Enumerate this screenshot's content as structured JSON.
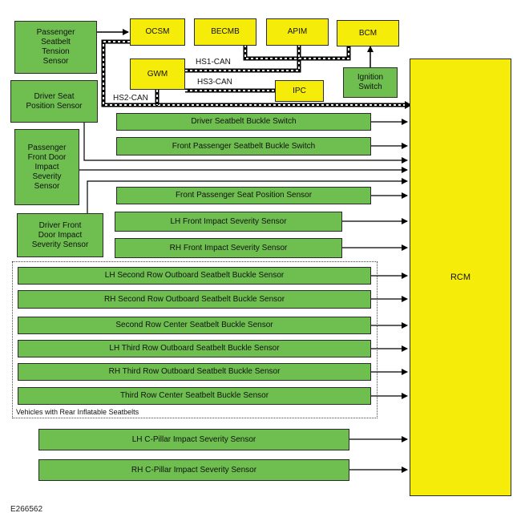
{
  "modules": {
    "ocsm": "OCSM",
    "becmb": "BECMB",
    "apim": "APIM",
    "bcm": "BCM",
    "gwm": "GWM",
    "ipc": "IPC",
    "ignition_switch": "Ignition\nSwitch",
    "rcm": "RCM"
  },
  "buses": {
    "hs1": "HS1-CAN",
    "hs3": "HS3-CAN",
    "hs2": "HS2-CAN"
  },
  "left_sensors": {
    "passenger_seatbelt_tension": "Passenger\nSeatbelt\nTension\nSensor",
    "driver_seat_position": "Driver Seat\nPosition Sensor",
    "passenger_front_door": "Passenger\nFront Door\nImpact\nSeverity\nSensor",
    "driver_front_door": "Driver Front\nDoor Impact\nSeverity Sensor"
  },
  "inputs": [
    "Driver Seatbelt Buckle Switch",
    "Front Passenger Seatbelt Buckle Switch",
    "Front Passenger Seat Position Sensor",
    "LH Front Impact Severity Sensor",
    "RH Front Impact Severity Sensor",
    "LH Second Row Outboard Seatbelt Buckle Sensor",
    "RH Second Row Outboard Seatbelt Buckle Sensor",
    "Second Row Center Seatbelt Buckle Sensor",
    "LH Third Row Outboard Seatbelt Buckle Sensor",
    "RH Third Row Outboard Seatbelt Buckle Sensor",
    "Third Row Center Seatbelt Buckle Sensor",
    "LH C-Pillar Impact Severity Sensor",
    "RH C-Pillar Impact Severity Sensor"
  ],
  "region_label": "Vehicles with Rear Inflatable Seatbelts",
  "figure_id": "E266562",
  "colors": {
    "sensor": "#6ebf4f",
    "module": "#f6ec0a",
    "line": "#000000"
  }
}
